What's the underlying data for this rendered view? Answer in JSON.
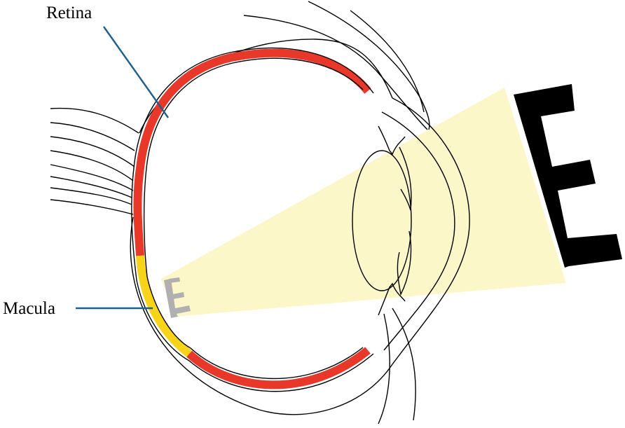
{
  "labels": {
    "retina": "Retina",
    "macula": "Macula"
  },
  "colors": {
    "retina": "#e8382a",
    "macula": "#f7d319",
    "light_cone": "#fcf7c9",
    "leader_line": "#1f5f8c",
    "object_letter": "#000000",
    "image_letter": "#b0b0b0"
  },
  "figure": {
    "object_glyph": "E",
    "image_glyph": "E"
  }
}
